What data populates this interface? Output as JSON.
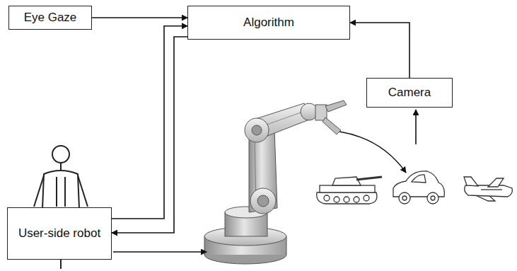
{
  "diagram": {
    "nodes": [
      {
        "text": [
          "Eye Gaze"
        ]
      },
      {
        "text": [
          "Algorithm"
        ]
      },
      {
        "text": [
          "Camera"
        ]
      },
      {
        "text": [
          "User-side robot"
        ]
      }
    ],
    "edges": [
      {
        "from": 0,
        "to": 1,
        "arrow": "to"
      },
      {
        "from": 3,
        "to": 1,
        "arrow": "to"
      },
      {
        "from": 1,
        "to": 3,
        "arrow": "to"
      },
      {
        "from": 2,
        "to": 1,
        "arrow": "to"
      }
    ]
  }
}
